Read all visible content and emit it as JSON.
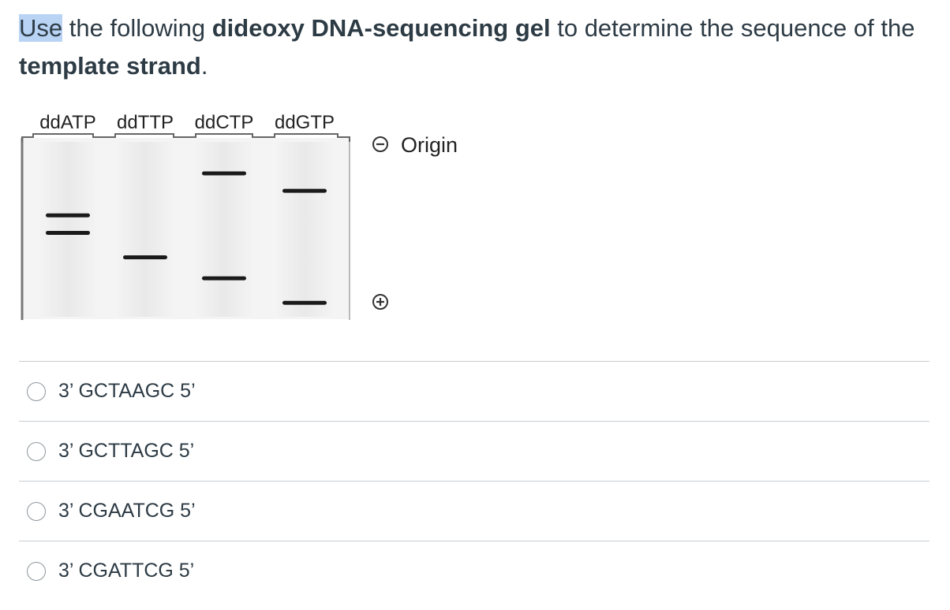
{
  "question": {
    "part1_highlighted": "Use",
    "part2": " the following ",
    "part3_bold": "dideoxy DNA-sequencing gel",
    "part4": " to determine the sequence of the ",
    "part5_bold": "template strand",
    "part6": "."
  },
  "gel": {
    "lanes": [
      "ddATP",
      "ddTTP",
      "ddCTP",
      "ddGTP"
    ],
    "origin_label": "Origin",
    "negative_symbol": "minus-circle-icon",
    "positive_symbol": "plus-circle-icon",
    "bands": [
      {
        "lane": "ddATP",
        "migration": 0.42
      },
      {
        "lane": "ddATP",
        "migration": 0.52
      },
      {
        "lane": "ddTTP",
        "migration": 0.66
      },
      {
        "lane": "ddCTP",
        "migration": 0.18
      },
      {
        "lane": "ddCTP",
        "migration": 0.78
      },
      {
        "lane": "ddGTP",
        "migration": 0.28
      },
      {
        "lane": "ddGTP",
        "migration": 0.92
      }
    ]
  },
  "options": [
    {
      "label": "3’ GCTAAGC 5’"
    },
    {
      "label": "3’ GCTTAGC 5’"
    },
    {
      "label": "3’ CGAATCG 5’"
    },
    {
      "label": "3’ CGATTCG 5’"
    }
  ]
}
